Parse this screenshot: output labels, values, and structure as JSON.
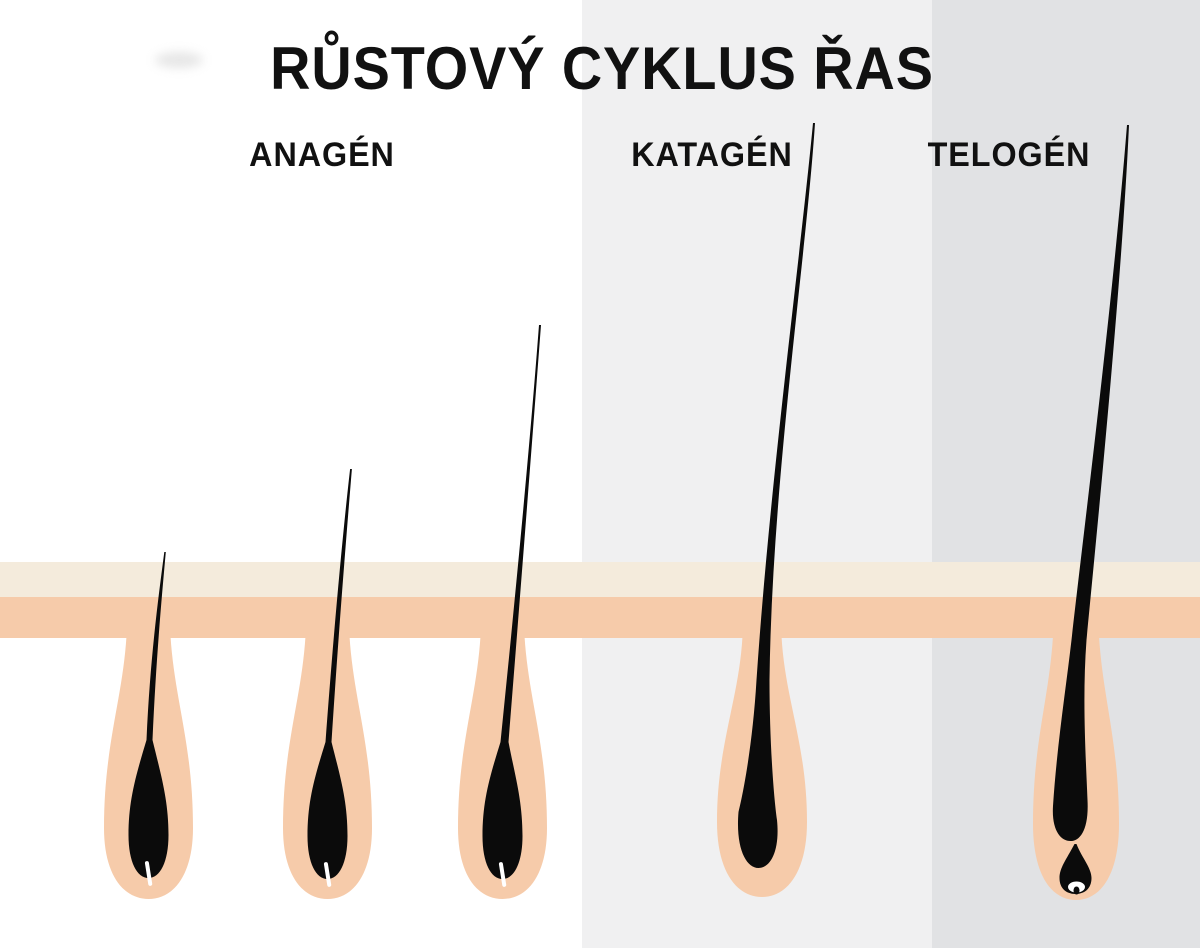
{
  "title": "RŮSTOVÝ CYKLUS ŘAS",
  "phases": [
    {
      "id": "anagen",
      "label": "ANAGÉN"
    },
    {
      "id": "katagen",
      "label": "KATAGÉN"
    },
    {
      "id": "telogen",
      "label": "TELOGÉN"
    }
  ],
  "diagram": {
    "follicles": [
      {
        "stage": "anagen",
        "note": "short-hair"
      },
      {
        "stage": "anagen",
        "note": "medium-hair"
      },
      {
        "stage": "anagen",
        "note": "long-hair"
      },
      {
        "stage": "katagen",
        "note": "full-length-hair"
      },
      {
        "stage": "telogen",
        "note": "club-hair-with-detached-papilla"
      }
    ]
  },
  "colors": {
    "background_left": "#ffffff",
    "background_middle": "#f0f0f1",
    "background_right": "#e1e2e4",
    "skin_epidermis": "#f4ebdc",
    "skin_dermis": "#f6cbaa",
    "hair": "#0b0b0b",
    "highlight": "#ffffff",
    "text": "#111111"
  }
}
